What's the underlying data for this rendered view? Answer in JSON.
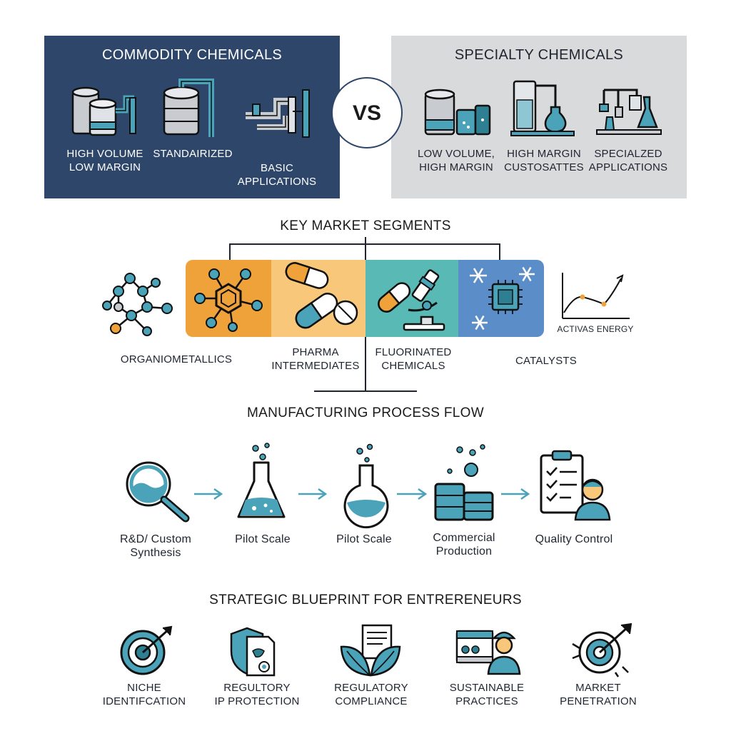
{
  "colors": {
    "navy": "#2d4669",
    "gray_panel": "#d9dadb",
    "teal": "#4aa3b8",
    "teal_dark": "#2f7f93",
    "orange": "#f0a23a",
    "light_orange": "#f8c77a",
    "green_teal": "#59b9b5",
    "blue_panel": "#5b8ec9",
    "ink": "#1f2530"
  },
  "comparison": {
    "vs_label": "VS",
    "commodity": {
      "title": "COMMODITY CHEMICALS",
      "items": [
        {
          "label": "HIGH VOLUME\nLOW MARGIN",
          "icon": "storage-tanks-icon"
        },
        {
          "label": "STANDAIRIZED",
          "icon": "tank-pipe-icon"
        },
        {
          "label": "BASIC\nAPPLICATIONS",
          "icon": "pipeline-icon"
        }
      ]
    },
    "specialty": {
      "title": "SPECIALTY CHEMICALS",
      "items": [
        {
          "label": "LOW VOLUME,\nHIGH MARGIN",
          "icon": "small-tanks-icon"
        },
        {
          "label": "HIGH MARGIN\nCUSTOSATTES",
          "icon": "lab-flask-icon"
        },
        {
          "label": "SPECIALZED\nAPPLICATIONS",
          "icon": "lab-setup-icon"
        }
      ]
    }
  },
  "segments": {
    "title": "KEY MARKET SEGMENTS",
    "items": [
      {
        "label": "ORGANIOMETALLICS",
        "icon": "molecule-icon"
      },
      {
        "label": "PHARMA\nINTERMEDIATES",
        "icon": "pills-icon"
      },
      {
        "label": "FLUORINATED\nCHEMICALS",
        "icon": "microscope-icon"
      },
      {
        "label": "CATALYSTS",
        "icon": "chip-snowflake-icon"
      }
    ],
    "energy_label": "ACTIVAS ENERGY"
  },
  "process": {
    "title": "MANUFACTURING PROCESS FLOW",
    "steps": [
      {
        "label": "R&D/ Custom\nSynthesis",
        "icon": "magnifier-icon"
      },
      {
        "label": "Pilot Scale",
        "icon": "erlenmeyer-flask-icon"
      },
      {
        "label": "Pilot Scale",
        "icon": "round-flask-icon"
      },
      {
        "label": "Commercial\nProduction",
        "icon": "barrels-icon"
      },
      {
        "label": "Quality Control",
        "icon": "checklist-person-icon"
      }
    ]
  },
  "blueprint": {
    "title": "STRATEGIC BLUEPRINT FOR ENTRERENEURS",
    "items": [
      {
        "label": "NICHE\nIDENTIFCATION",
        "icon": "target-arrow-icon"
      },
      {
        "label": "REGULTORY\nIP PROTECTION",
        "icon": "shield-document-icon"
      },
      {
        "label": "REGULATORY\nCOMPLIANCE",
        "icon": "leaf-document-icon"
      },
      {
        "label": "SUSTAINABLE\nPRACTICES",
        "icon": "worker-icon"
      },
      {
        "label": "MARKET\nPENETRATION",
        "icon": "bullseye-icon"
      }
    ]
  }
}
